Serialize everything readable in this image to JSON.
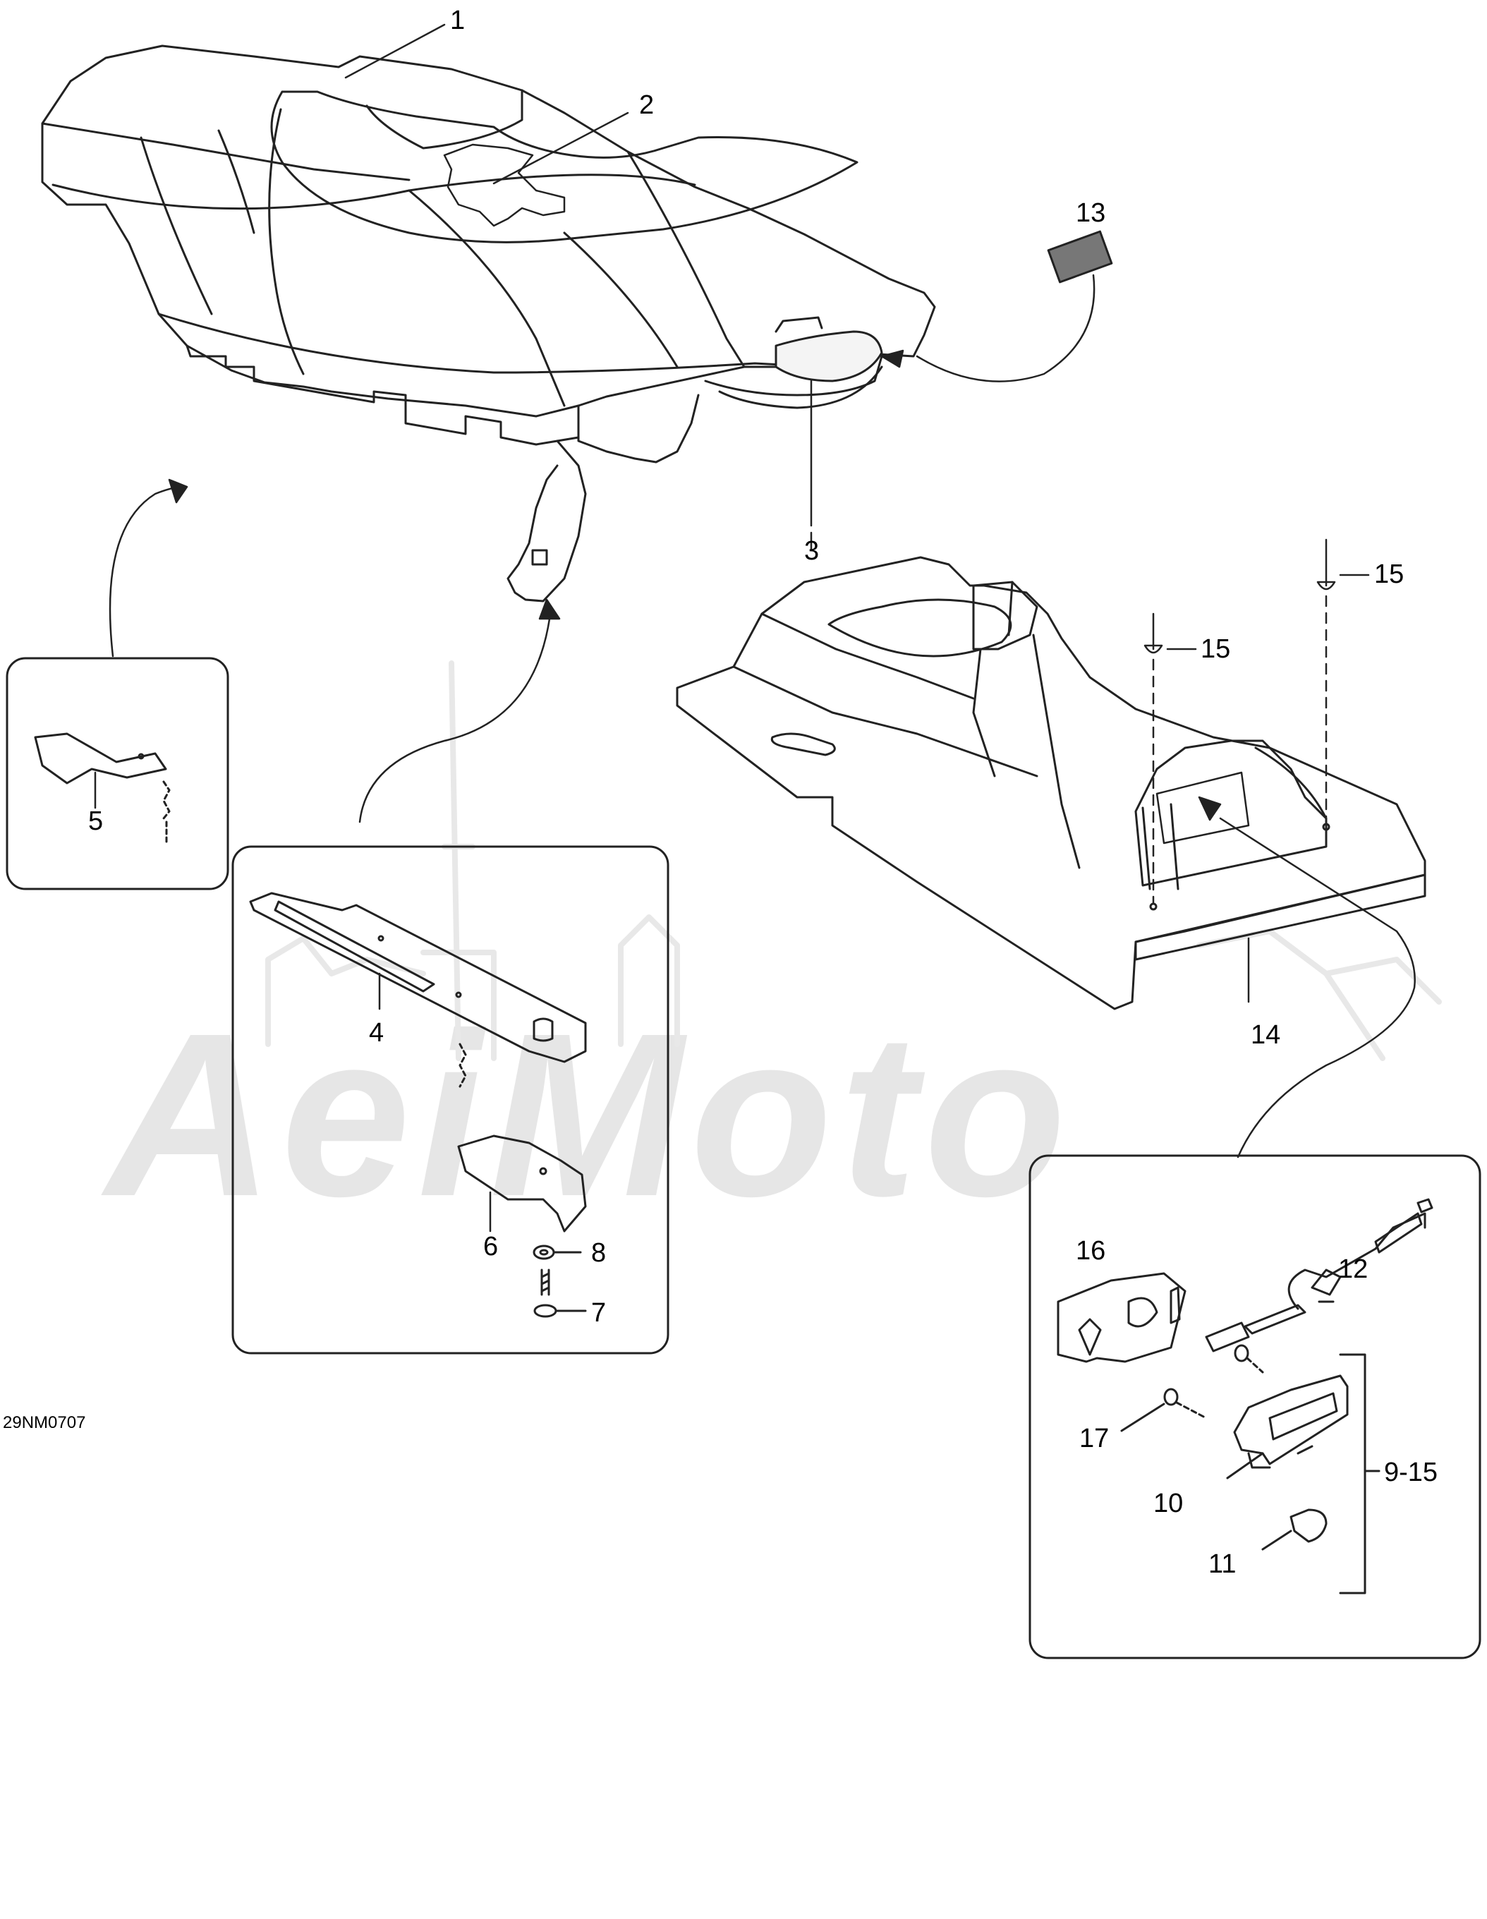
{
  "drawing_code": "29NM0707",
  "watermark_text": "AeiMoto",
  "callouts": {
    "c1": "1",
    "c2": "2",
    "c3": "3",
    "c4": "4",
    "c5": "5",
    "c6": "6",
    "c7": "7",
    "c8": "8",
    "c9_15": "9-15",
    "c10": "10",
    "c11": "11",
    "c12": "12",
    "c13": "13",
    "c14": "14",
    "c15a": "15",
    "c15b": "15",
    "c16": "16",
    "c17": "17"
  },
  "colors": {
    "line": "#222222",
    "watermark": "#e6e6e6",
    "background": "#ffffff"
  }
}
